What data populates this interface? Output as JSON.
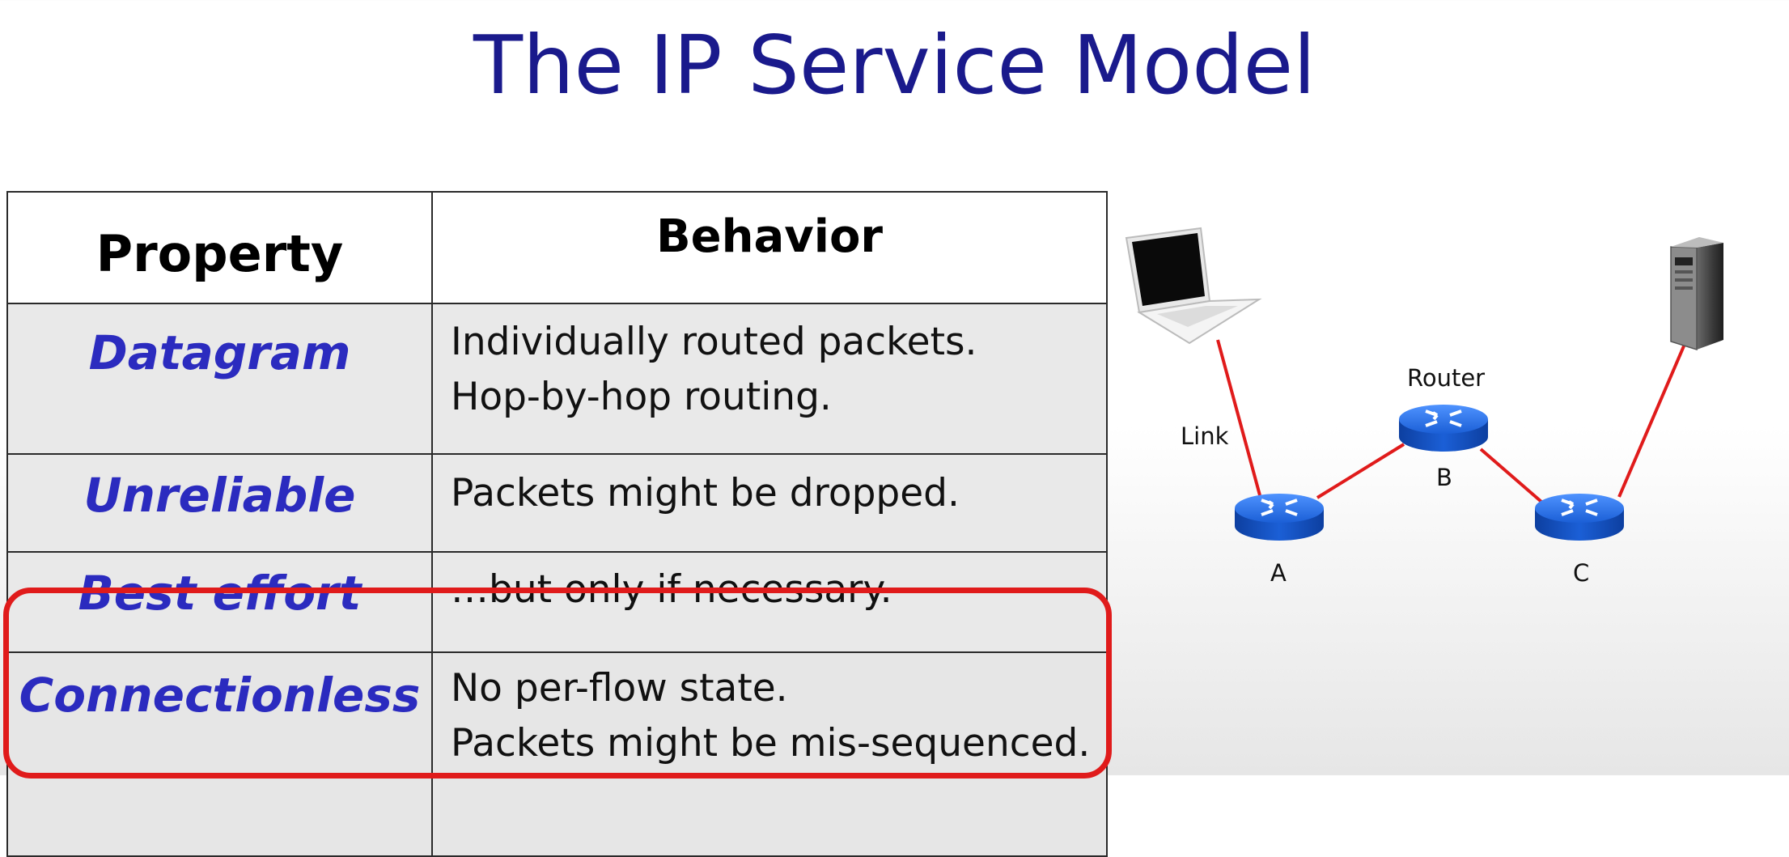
{
  "slide": {
    "title": "The IP Service Model"
  },
  "table": {
    "headers": {
      "property": "Property",
      "behavior": "Behavior"
    },
    "rows": [
      {
        "property": "Datagram",
        "behavior_lines": [
          "Individually routed packets.",
          "Hop-by-hop routing."
        ]
      },
      {
        "property": "Unreliable",
        "behavior_lines": [
          "Packets might be dropped."
        ]
      },
      {
        "property": "Best effort",
        "behavior_lines": [
          "…but only if necessary."
        ]
      },
      {
        "property": "Connectionless",
        "behavior_lines": [
          "No per-flow state.",
          "Packets might be mis-sequenced."
        ]
      }
    ],
    "highlighted_row": "Connectionless"
  },
  "diagram": {
    "labels": {
      "link": "Link",
      "router": "Router",
      "a": "A",
      "b": "B",
      "c": "C"
    },
    "devices": [
      "laptop-icon",
      "server-icon",
      "router-icon"
    ],
    "colors": {
      "link": "#e01b1b",
      "router": "#1b5fd6",
      "highlight": "#e01b1b",
      "title": "#1a1a8c",
      "property": "#2b2bbf"
    }
  }
}
